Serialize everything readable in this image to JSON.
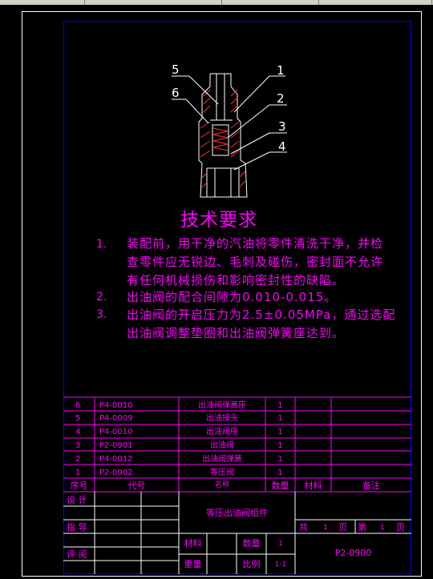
{
  "drawing": {
    "callouts": [
      "1",
      "2",
      "3",
      "4",
      "5",
      "6"
    ]
  },
  "requirements": {
    "title": "技术要求",
    "items": [
      {
        "num": "1.",
        "lines": [
          "装配前，用干净的汽油将零件清洗干净，并检",
          "查零件应无锐边、毛刺及碰伤，密封面不允许",
          "有任何机械损伤和影响密封性的缺陷。"
        ]
      },
      {
        "num": "2.",
        "lines": [
          "出油阀的配合间隙为0.010-0.015。"
        ]
      },
      {
        "num": "3.",
        "lines": [
          "出油阀的开启压力为2.5±0.05MPa，通过选配",
          "出油阀调整垫圈和出油阀弹簧座达到。"
        ]
      }
    ]
  },
  "bom": {
    "rows": [
      {
        "no": "6",
        "code": "P4-0010",
        "name": "出油阀弹簧座",
        "qty": "1"
      },
      {
        "no": "5",
        "code": "P4-0009",
        "name": "出油接头",
        "qty": "1"
      },
      {
        "no": "4",
        "code": "P4-0010",
        "name": "出油阀座",
        "qty": "1"
      },
      {
        "no": "3",
        "code": "P2-0901",
        "name": "出油阀",
        "qty": "1"
      },
      {
        "no": "2",
        "code": "P4-0012",
        "name": "出油阀弹簧",
        "qty": "1"
      },
      {
        "no": "1",
        "code": "P2-0902",
        "name": "等压阀",
        "qty": "1"
      }
    ],
    "header": {
      "no": "序号",
      "code": "代号",
      "name": "名称",
      "qty": "数量",
      "material": "材料",
      "note": "备注"
    }
  },
  "titleblock": {
    "design": "设 计",
    "guide": "指 导",
    "review": "评 阅",
    "assembly_name": "等压出油阀组件",
    "total_label": "共",
    "total_val": "1",
    "page_label1": "页",
    "sheet_label": "第",
    "sheet_val": "1",
    "page_label2": "页",
    "material_label": "材料",
    "qty_label": "数量",
    "qty_val": "1",
    "weight_label": "重量",
    "scale_label": "比例",
    "scale_val": "1:1",
    "drawing_no": "P2-0900"
  },
  "colors": {
    "frame": "#ffffff",
    "border": "#0000ff",
    "text": "#ff00ff",
    "drawing": "#ffffff"
  }
}
